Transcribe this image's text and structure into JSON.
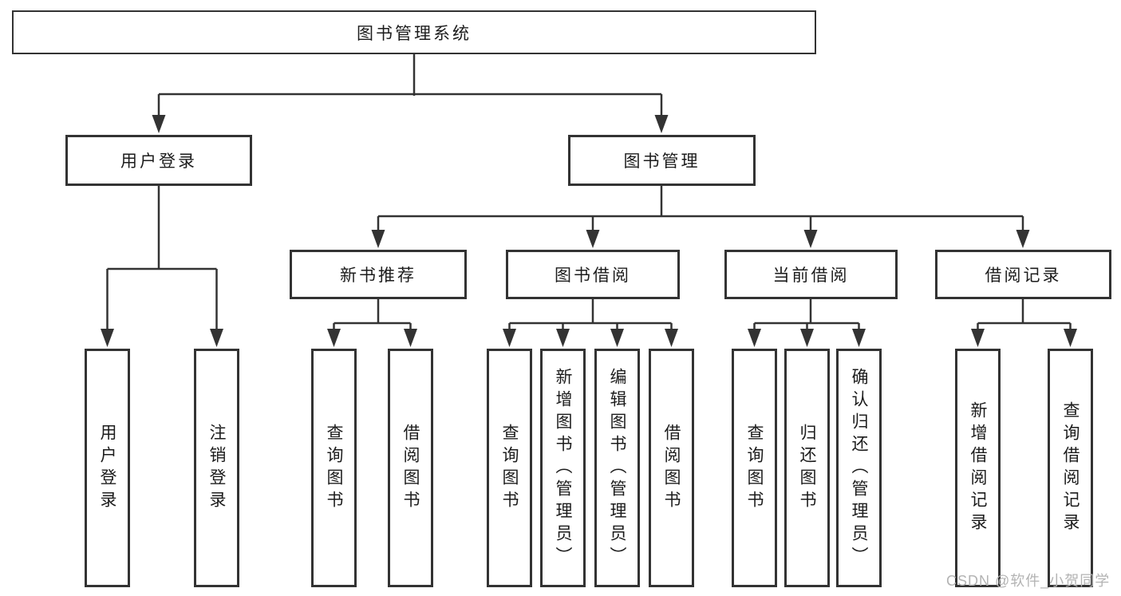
{
  "diagram": {
    "root": {
      "label": "图书管理系统"
    },
    "level2": [
      {
        "label": "用户登录"
      },
      {
        "label": "图书管理"
      }
    ],
    "level3": [
      {
        "label": "新书推荐"
      },
      {
        "label": "图书借阅"
      },
      {
        "label": "当前借阅"
      },
      {
        "label": "借阅记录"
      }
    ],
    "leaves": [
      {
        "label": "用户登录"
      },
      {
        "label": "注销登录"
      },
      {
        "label": "查询图书"
      },
      {
        "label": "借阅图书"
      },
      {
        "label": "查询图书"
      },
      {
        "label": "新增图书（管理员）"
      },
      {
        "label": "编辑图书（管理员）"
      },
      {
        "label": "借阅图书"
      },
      {
        "label": "查询图书"
      },
      {
        "label": "归还图书"
      },
      {
        "label": "确认归还（管理员）"
      },
      {
        "label": "新增借阅记录"
      },
      {
        "label": "查询借阅记录"
      }
    ]
  },
  "watermark": {
    "text": "CSDN @软件_小贺同学",
    "color": "#b3b3b3"
  },
  "colors": {
    "line": "#333333",
    "node_border": "#333333",
    "text": "#1c1c1c",
    "background": "#ffffff"
  }
}
